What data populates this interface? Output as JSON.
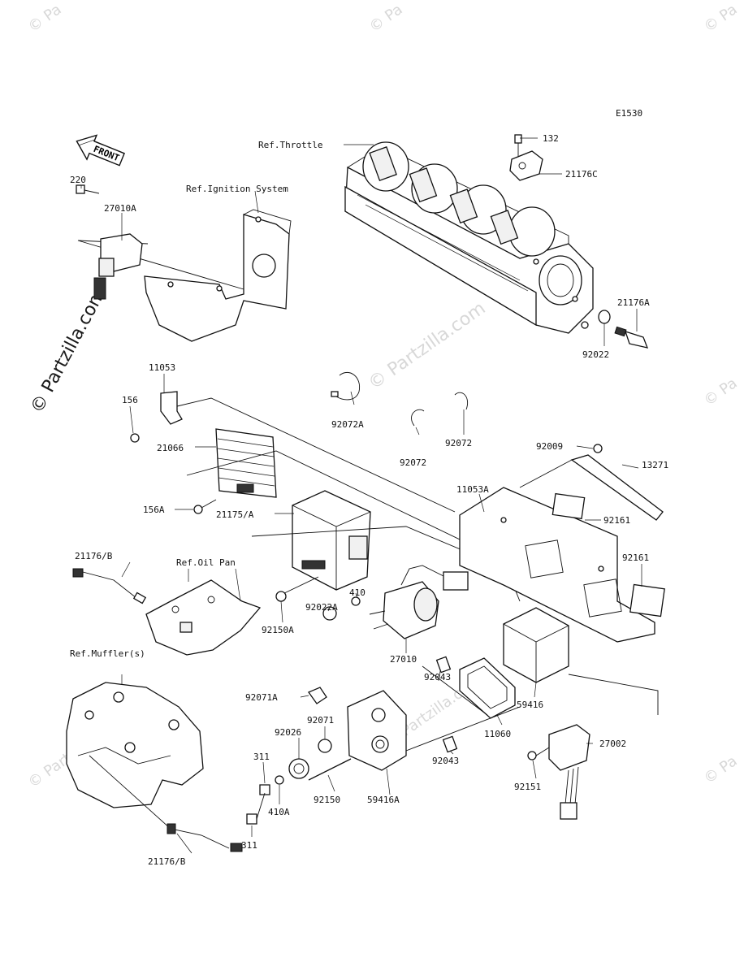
{
  "diagram_code": "E1530",
  "front_arrow_label": "FRONT",
  "side_watermark": "© Partzilla.com",
  "watermark_mark": "© Pa",
  "references": {
    "throttle": "Ref.Throttle",
    "ignition": "Ref.Ignition System",
    "oil_pan": "Ref.Oil Pan",
    "muffler": "Ref.Muffler(s)"
  },
  "parts": {
    "p132": "132",
    "p21176C": "21176C",
    "p21176A": "21176A",
    "p92022": "92022",
    "p220": "220",
    "p27010A": "27010A",
    "p11053": "11053",
    "p156": "156",
    "p21066": "21066",
    "p156A": "156A",
    "p92072A": "92072A",
    "p92072_1": "92072",
    "p92072_2": "92072",
    "p92009": "92009",
    "p13271": "13271",
    "p11053A": "11053A",
    "p92161_1": "92161",
    "p92161_2": "92161",
    "p21175A": "21175/A",
    "p21176B_1": "21176/B",
    "p410": "410",
    "p92022A": "92022A",
    "p92150A": "92150A",
    "p27010": "27010",
    "p92043_1": "92043",
    "p59416": "59416",
    "p92071A": "92071A",
    "p92071": "92071",
    "p92026": "92026",
    "p11060": "11060",
    "p92043_2": "92043",
    "p27002": "27002",
    "p311_1": "311",
    "p410A": "410A",
    "p92150": "92150",
    "p59416A": "59416A",
    "p92151": "92151",
    "p311_2": "311",
    "p21176B_2": "21176/B"
  }
}
